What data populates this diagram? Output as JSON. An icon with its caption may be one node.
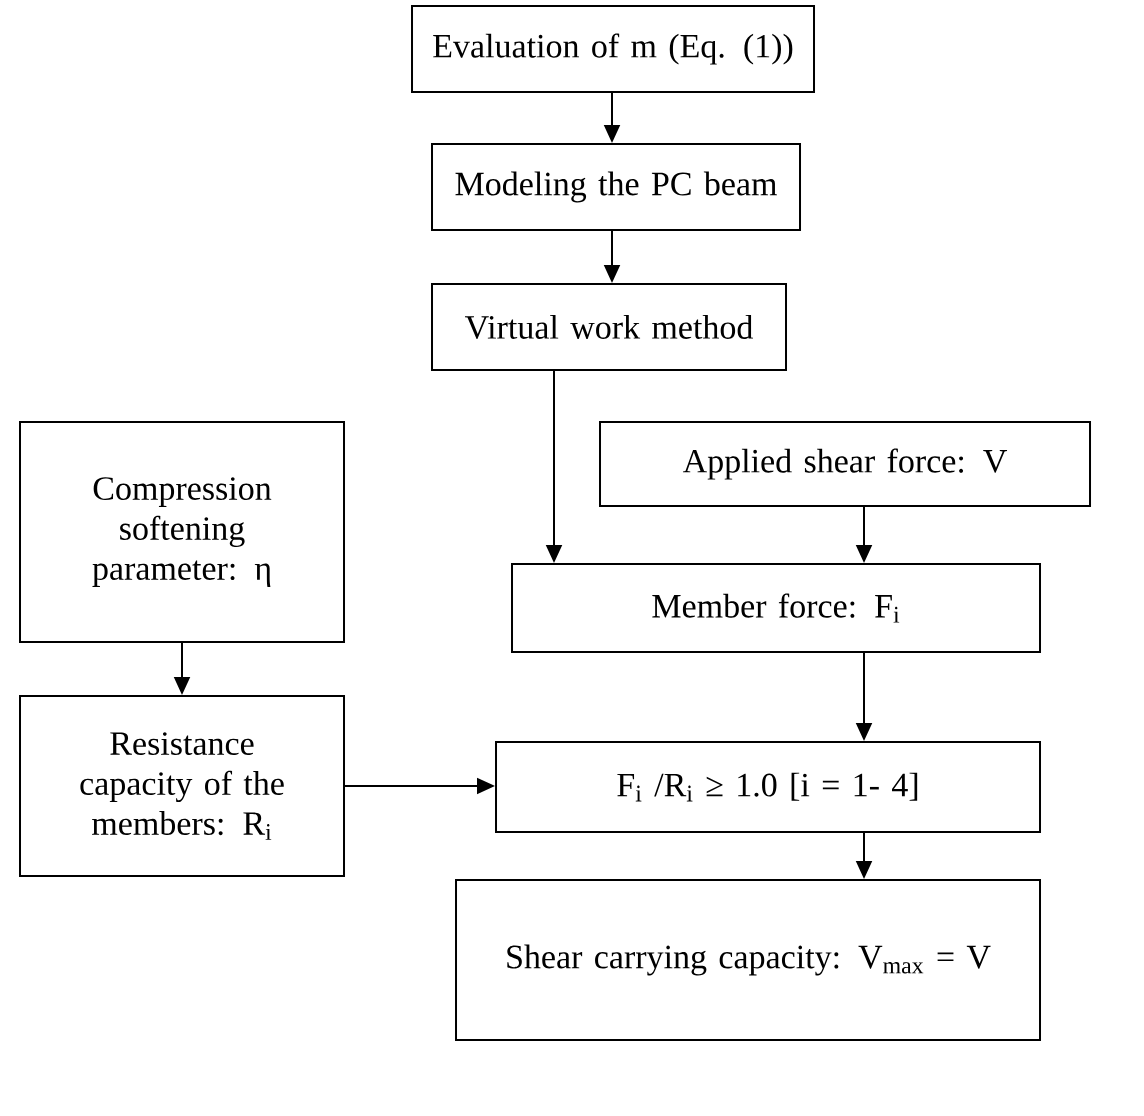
{
  "diagram": {
    "nodes": [
      {
        "text": [
          "Evaluation of m (Eq. (1))"
        ]
      },
      {
        "text": [
          "Modeling the PC beam"
        ]
      },
      {
        "text": [
          "Virtual work method"
        ]
      },
      {
        "text": [
          "Applied shear force: V"
        ]
      },
      {
        "text": [
          "Compression softening parameter: η"
        ]
      },
      {
        "text": [
          "Member force: F$_{i}$"
        ]
      },
      {
        "text": [
          "Resistance capacity of the members: R$_{i}$"
        ]
      },
      {
        "text": [
          "F$_{i}$ /R$_{i}$ ≥ 1.0 [i = 1- 4]"
        ]
      },
      {
        "text": [
          "Shear carrying capacity: V$_{max}$ = V"
        ]
      }
    ],
    "edges": [
      {
        "from": 0,
        "to": 1,
        "arrow": "to"
      },
      {
        "from": 1,
        "to": 2,
        "arrow": "to"
      },
      {
        "from": 2,
        "to": 5,
        "arrow": "to"
      },
      {
        "from": 3,
        "to": 5,
        "arrow": "to"
      },
      {
        "from": 4,
        "to": 6,
        "arrow": "to"
      },
      {
        "from": 5,
        "to": 7,
        "arrow": "to"
      },
      {
        "from": 6,
        "to": 7,
        "arrow": "to"
      },
      {
        "from": 7,
        "to": 8,
        "arrow": "to"
      }
    ]
  }
}
